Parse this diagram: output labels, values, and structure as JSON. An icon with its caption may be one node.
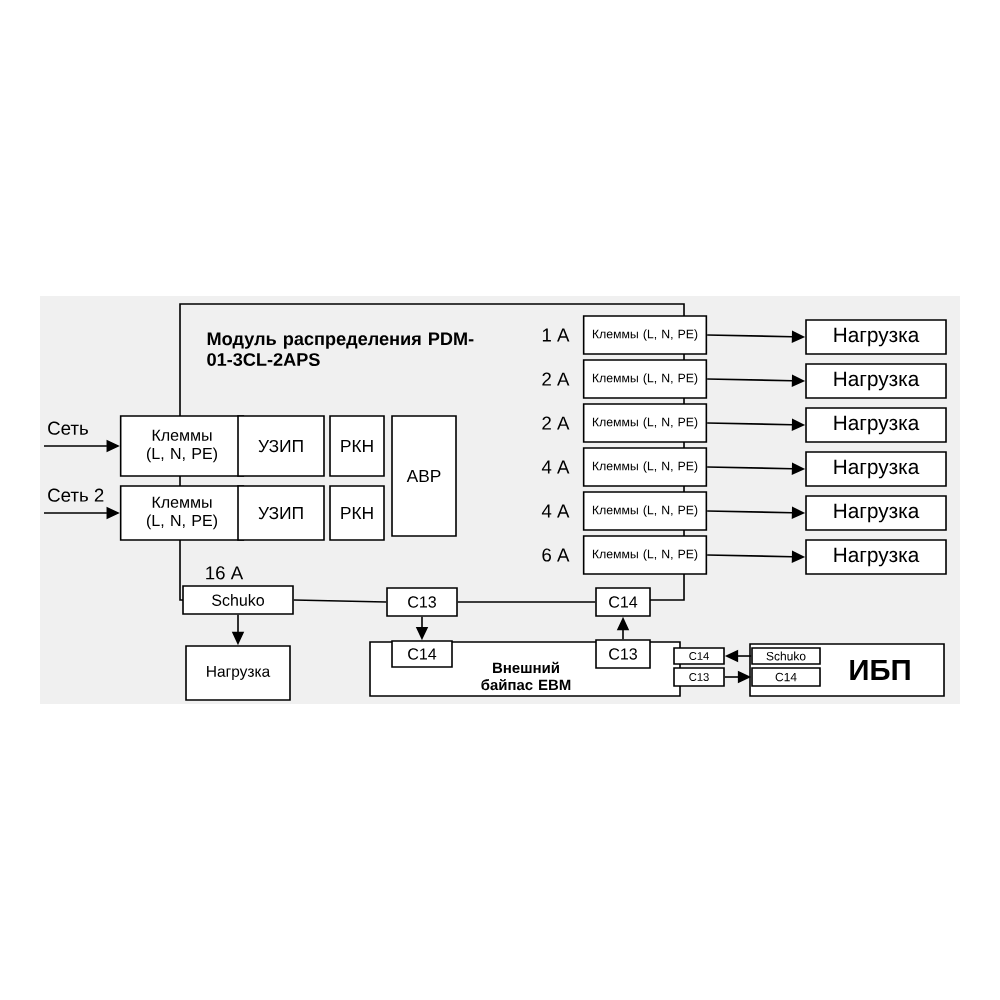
{
  "diagram": {
    "nodes": [
      {
        "text": [
          "Модуль распределения PDM-01-3CL-2APS"
        ]
      },
      {
        "text": [
          "Клеммы (L, N, PE)"
        ]
      },
      {
        "text": [
          "УЗИП"
        ],
        "in": 0
      },
      {
        "text": [
          "РКН"
        ],
        "in": 0
      },
      {
        "text": [
          "АВР"
        ],
        "in": 0
      },
      {
        "text": [
          "Клеммы (L, N, PE)"
        ]
      },
      {
        "text": [
          "УЗИП"
        ],
        "in": 0
      },
      {
        "text": [
          "РКН"
        ],
        "in": 0
      },
      {
        "text": [
          "Клеммы (L, N, PE)"
        ],
        "beside": [
          "1 A"
        ]
      },
      {
        "text": [
          "Клеммы (L, N, PE)"
        ],
        "beside": [
          "2 A"
        ]
      },
      {
        "text": [
          "Клеммы (L, N, PE)"
        ],
        "beside": [
          "2 A"
        ]
      },
      {
        "text": [
          "Клеммы (L, N, PE)"
        ],
        "beside": [
          "4 A"
        ]
      },
      {
        "text": [
          "Клеммы (L, N, PE)"
        ],
        "beside": [
          "4 A"
        ]
      },
      {
        "text": [
          "Клеммы (L, N, PE)"
        ],
        "beside": [
          "6 A"
        ]
      },
      {
        "text": [
          "Нагрузка"
        ]
      },
      {
        "text": [
          "Нагрузка"
        ]
      },
      {
        "text": [
          "Нагрузка"
        ]
      },
      {
        "text": [
          "Нагрузка"
        ]
      },
      {
        "text": [
          "Нагрузка"
        ]
      },
      {
        "text": [
          "Нагрузка"
        ]
      },
      {
        "text": [
          "Schuko"
        ],
        "beside": [
          "16 A"
        ]
      },
      {
        "text": [
          "C13"
        ]
      },
      {
        "text": [
          "C14"
        ]
      },
      {
        "text": [
          "Нагрузка"
        ]
      },
      {
        "text": [
          "Внешний байпас EBM"
        ]
      },
      {
        "text": [
          "C14"
        ],
        "in": 24
      },
      {
        "text": [
          "C13"
        ],
        "in": 24
      },
      {
        "text": [
          "C14"
        ]
      },
      {
        "text": [
          "C13"
        ]
      },
      {
        "text": [
          "ИБП"
        ]
      },
      {
        "text": [
          "Schuko"
        ],
        "in": 29
      },
      {
        "text": [
          "C14"
        ],
        "in": 29
      }
    ],
    "edges": [
      {
        "from": null,
        "to": 1,
        "arrow": "to",
        "label": "Сеть"
      },
      {
        "from": null,
        "to": 5,
        "arrow": "to",
        "label": "Сеть 2"
      },
      {
        "from": 8,
        "to": 14,
        "arrow": "to"
      },
      {
        "from": 9,
        "to": 15,
        "arrow": "to"
      },
      {
        "from": 10,
        "to": 16,
        "arrow": "to"
      },
      {
        "from": 11,
        "to": 17,
        "arrow": "to"
      },
      {
        "from": 12,
        "to": 18,
        "arrow": "to"
      },
      {
        "from": 13,
        "to": 19,
        "arrow": "to"
      },
      {
        "from": 20,
        "to": 21,
        "arrow": "none"
      },
      {
        "from": 21,
        "to": 22,
        "arrow": "none"
      },
      {
        "from": 20,
        "to": 23,
        "arrow": "to"
      },
      {
        "from": 21,
        "to": 25,
        "arrow": "to"
      },
      {
        "from": 26,
        "to": 22,
        "arrow": "to"
      },
      {
        "from": 30,
        "to": 27,
        "arrow": "to"
      },
      {
        "from": 28,
        "to": 31,
        "arrow": "to"
      }
    ]
  }
}
